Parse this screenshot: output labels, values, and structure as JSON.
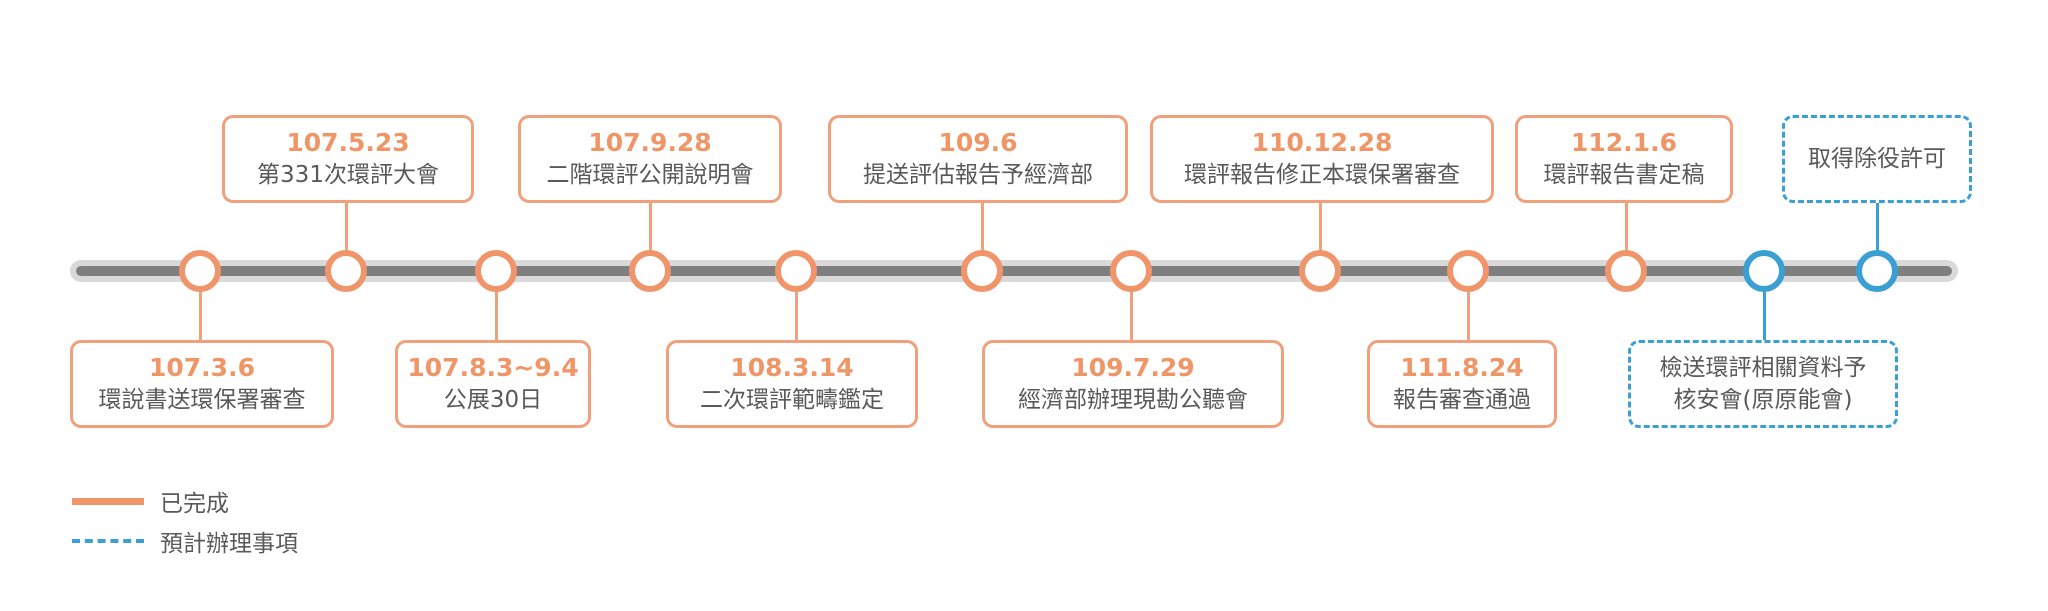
{
  "milestones": [
    {
      "date": "107.3.6",
      "text": "環說書送環保署審查",
      "status": "done"
    },
    {
      "date": "107.5.23",
      "text": "第331次環評大會",
      "status": "done"
    },
    {
      "date": "107.8.3~9.4",
      "text": "公展30日",
      "status": "done"
    },
    {
      "date": "107.9.28",
      "text": "二階環評公開說明會",
      "status": "done"
    },
    {
      "date": "108.3.14",
      "text": "二次環評範疇鑑定",
      "status": "done"
    },
    {
      "date": "109.6",
      "text": "提送評估報告予經濟部",
      "status": "done"
    },
    {
      "date": "109.7.29",
      "text": "經濟部辦理現勘公聽會",
      "status": "done"
    },
    {
      "date": "110.12.28",
      "text": "環評報告修正本環保署審查",
      "status": "done"
    },
    {
      "date": "111.8.24",
      "text": "報告審查通過",
      "status": "done"
    },
    {
      "date": "112.1.6",
      "text": "環評報告書定稿",
      "status": "done"
    },
    {
      "date": "",
      "text": "檢送環評相關資料予",
      "text2": "核安會(原原能會)",
      "status": "planned"
    },
    {
      "date": "",
      "text": "取得除役許可",
      "status": "planned"
    }
  ],
  "legend": {
    "completed": "已完成",
    "planned": "預計辦理事項"
  },
  "colors": {
    "completed": "#f0956a",
    "planned": "#3aa0d4",
    "track": "#7f7f7f",
    "text": "#595959"
  }
}
